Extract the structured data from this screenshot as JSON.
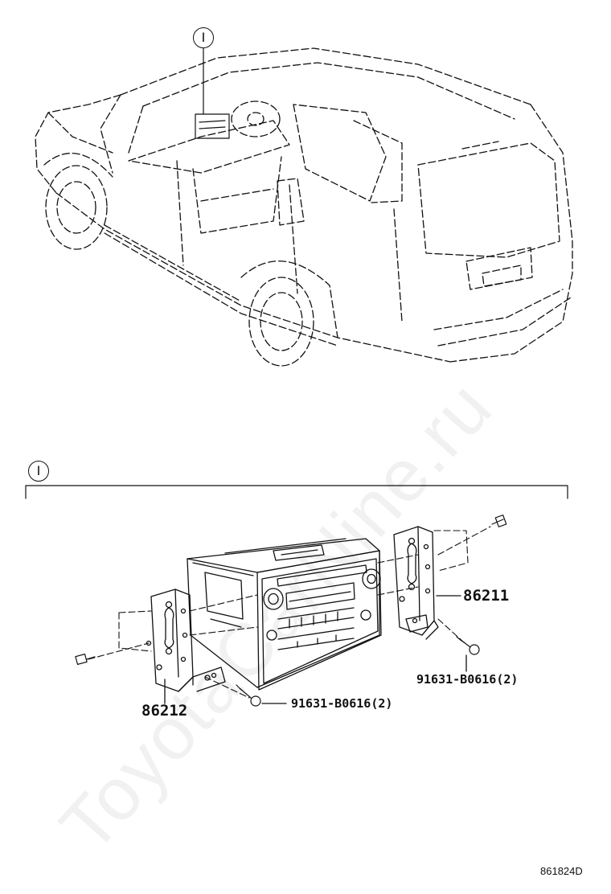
{
  "diagram": {
    "callout_top": "I",
    "callout_section": "I",
    "part_right_bracket": "86211",
    "part_left_bracket": "86212",
    "bolt_right": "91631-B0616(2)",
    "bolt_left": "91631-B0616(2)",
    "reference_code": "861824D",
    "watermark": "ToyotaCarNine.ru"
  }
}
